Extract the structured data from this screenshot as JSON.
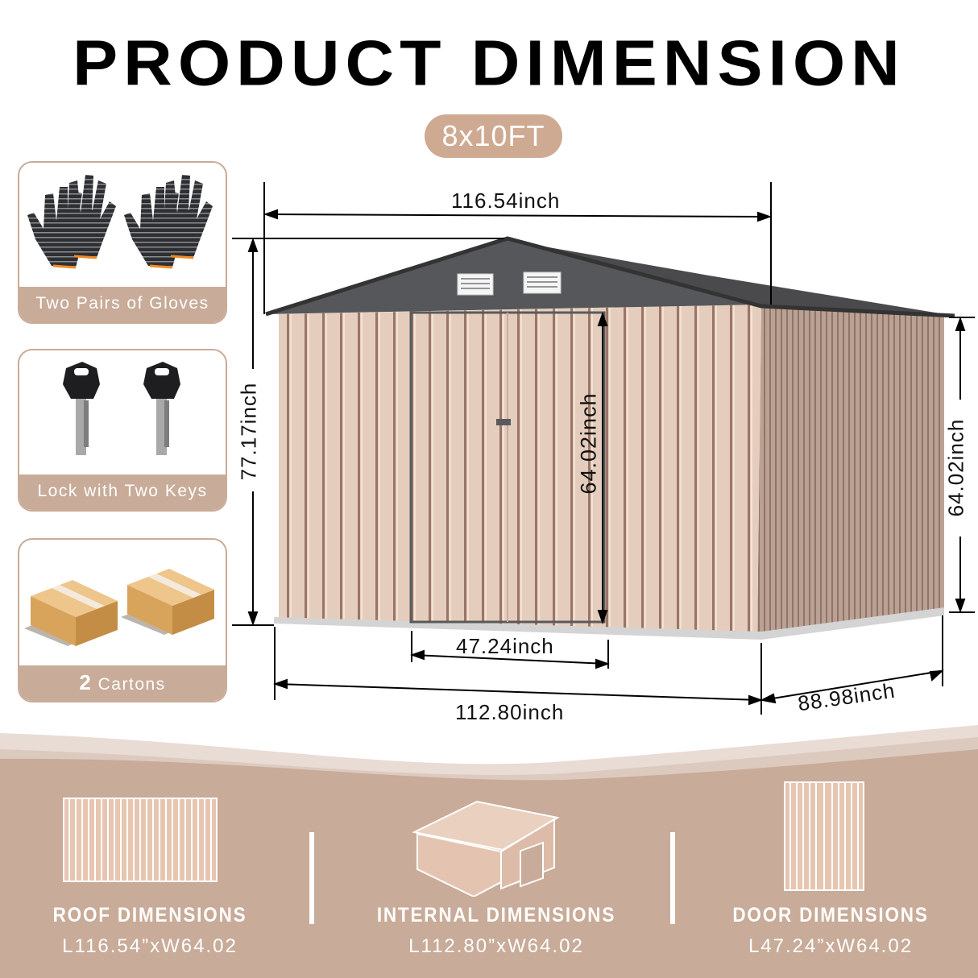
{
  "header": {
    "title": "PRODUCT DIMENSION",
    "size_badge": "8x10FT"
  },
  "accessories": [
    {
      "label": "Two Pairs of Gloves",
      "icon": "gloves-icon"
    },
    {
      "label": "Lock with Two Keys",
      "icon": "keys-icon"
    },
    {
      "count": "2",
      "label": "Cartons",
      "icon": "carton-boxes-icon"
    }
  ],
  "shed_dimensions": {
    "roof_width": "116.54inch",
    "total_height": "77.17inch",
    "door_height": "64.02inch",
    "side_wall_height": "64.02inch",
    "door_width": "47.24inch",
    "base_length": "112.80inch",
    "base_depth": "88.98inch"
  },
  "features": [
    {
      "title": "ROOF DIMENSIONS",
      "value": "L116.54”xW64.02",
      "icon": "roof-panel-icon"
    },
    {
      "title": "INTERNAL DIMENSIONS",
      "value": "L112.80”xW64.02",
      "icon": "shed-outline-icon"
    },
    {
      "title": "DOOR DIMENSIONS",
      "value": "L47.24”xW64.02",
      "icon": "double-door-icon"
    }
  ],
  "colors": {
    "accent": "#cfaa92",
    "panel": "#c8ab98",
    "roof": "#4a4a4c",
    "wall": "#e2c8b8",
    "side_wall": "#b99f92"
  }
}
